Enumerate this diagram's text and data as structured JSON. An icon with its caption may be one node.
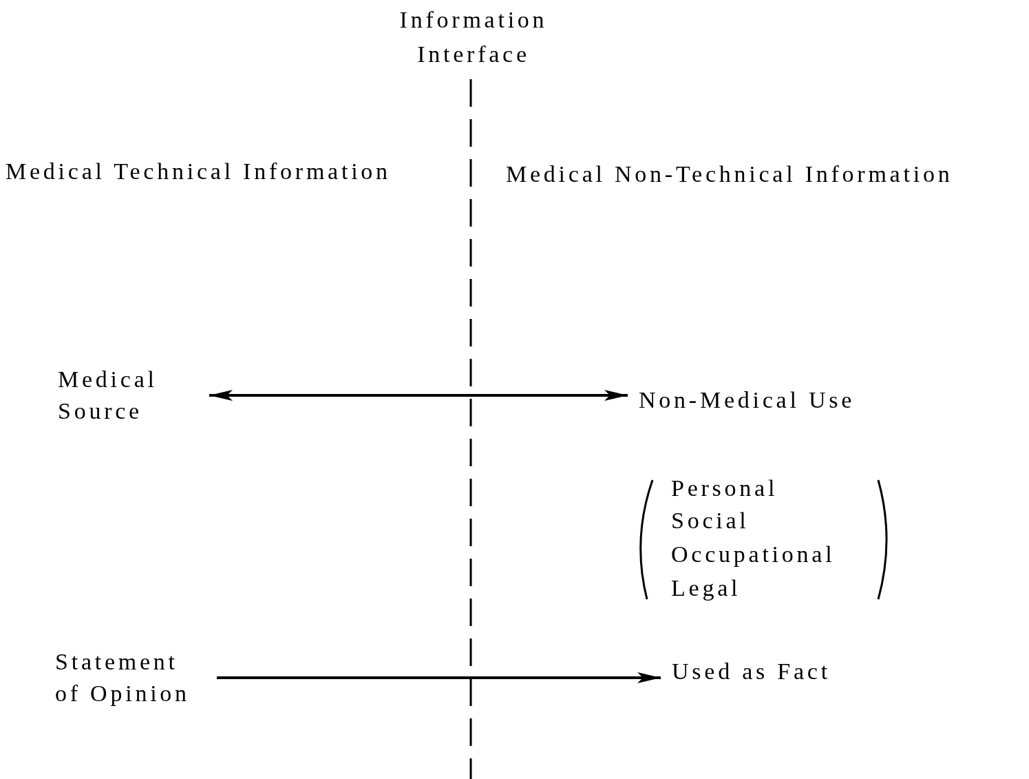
{
  "diagram": {
    "nodes": [
      {
        "text": [
          "Medical Source"
        ]
      },
      {
        "text": [
          "Non-Medical Use"
        ]
      },
      {
        "text": [
          "Statement of Opinion"
        ]
      },
      {
        "text": [
          "Used as Fact"
        ]
      }
    ],
    "edges": [
      {
        "from": 0,
        "to": 1,
        "arrow": "both"
      },
      {
        "from": 2,
        "to": 3,
        "arrow": "to"
      }
    ],
    "labels": [
      "Information Interface",
      "Medical Technical Information",
      "Medical Non-Technical Information",
      "Personal",
      "Social",
      "Occupational",
      "Legal"
    ]
  }
}
